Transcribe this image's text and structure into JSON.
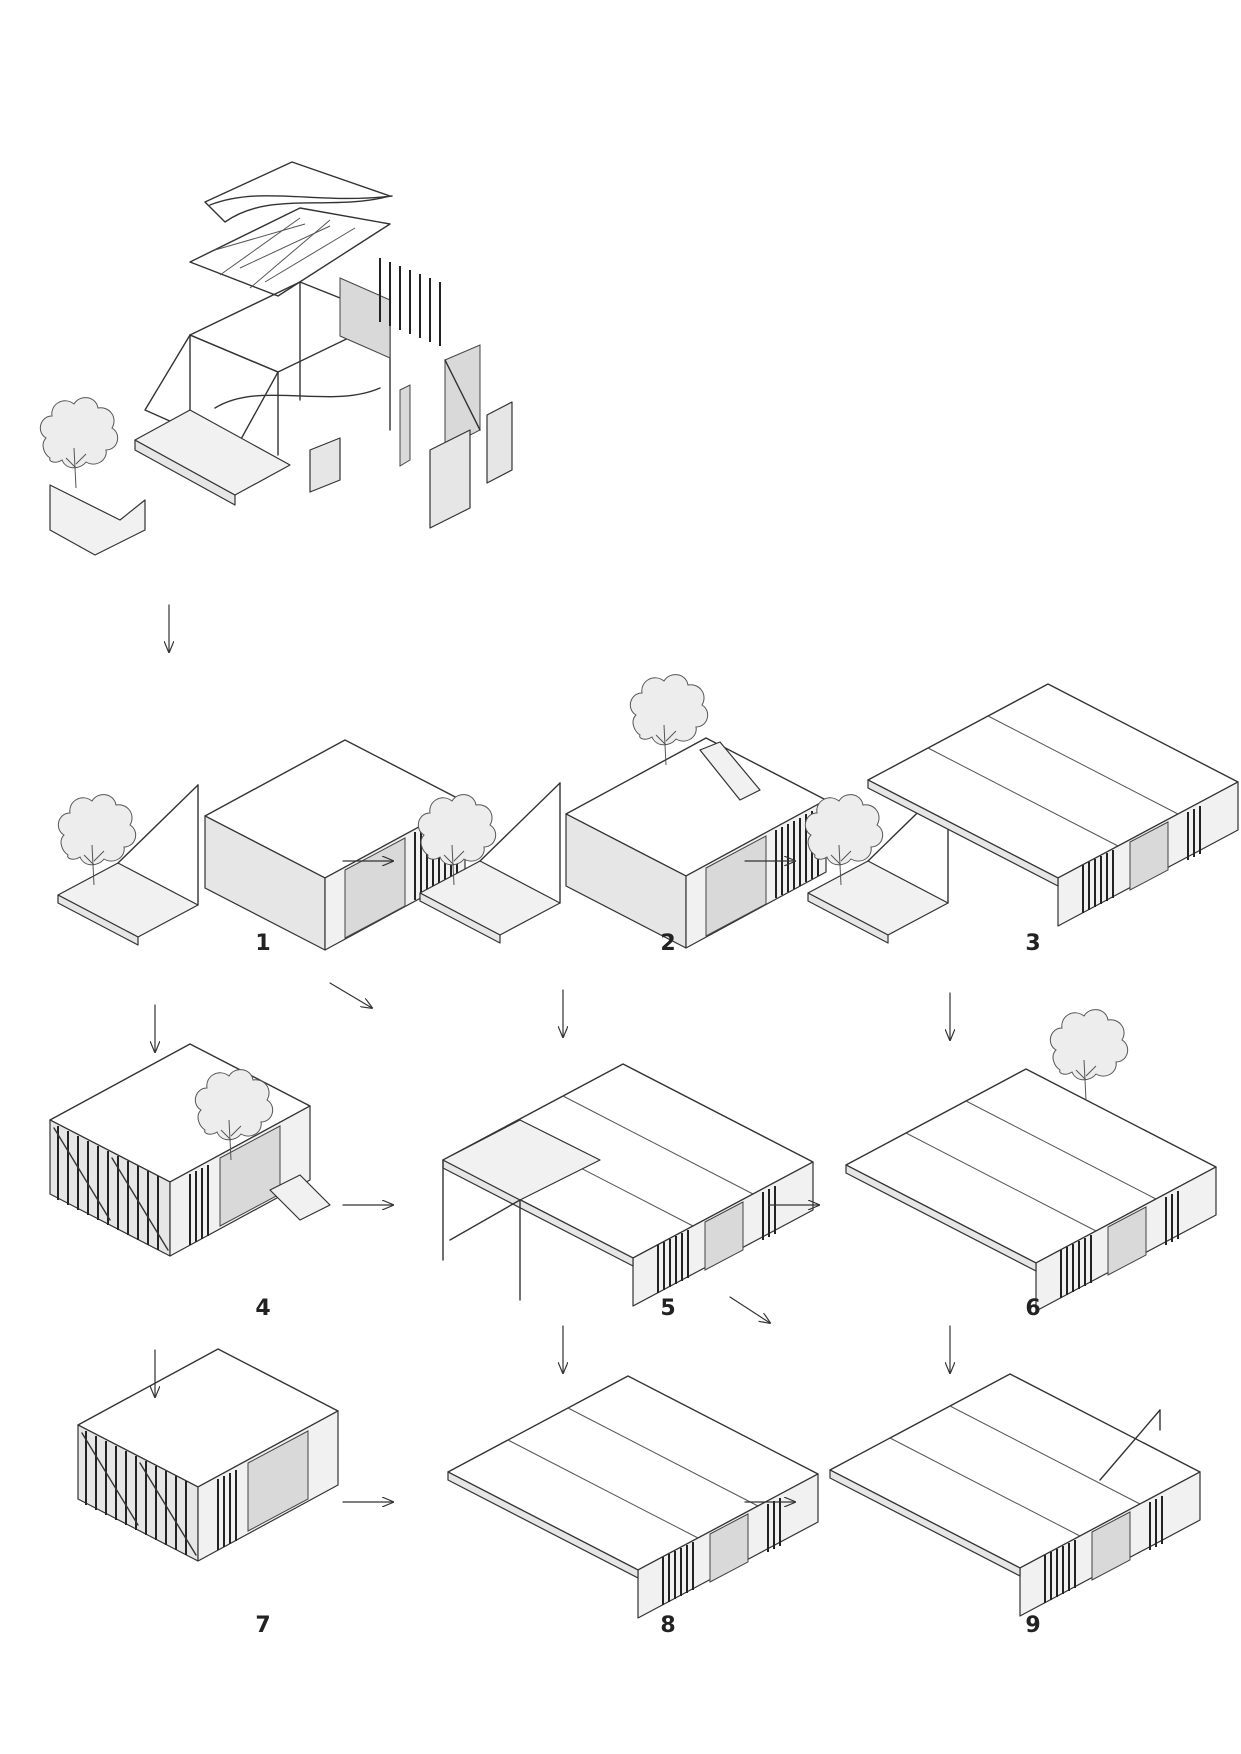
{
  "diagram": {
    "type": "axonometric-sequence",
    "step_labels": [
      "1",
      "2",
      "3",
      "4",
      "5",
      "6",
      "7",
      "8",
      "9"
    ],
    "flows": [
      [
        "exploded",
        "1"
      ],
      [
        "1",
        "2"
      ],
      [
        "2",
        "3"
      ],
      [
        "1",
        "4"
      ],
      [
        "1",
        "5"
      ],
      [
        "2",
        "5"
      ],
      [
        "3",
        "6"
      ],
      [
        "4",
        "5"
      ],
      [
        "5",
        "6"
      ],
      [
        "4",
        "7"
      ],
      [
        "5",
        "8"
      ],
      [
        "5",
        "9"
      ],
      [
        "6",
        "9"
      ],
      [
        "7",
        "8"
      ],
      [
        "8",
        "9"
      ]
    ],
    "colors": {
      "line": "#333333",
      "fill_light": "#f1f1f1",
      "fill_mid": "#e6e6e6",
      "glass": "#d9d9d9"
    }
  }
}
